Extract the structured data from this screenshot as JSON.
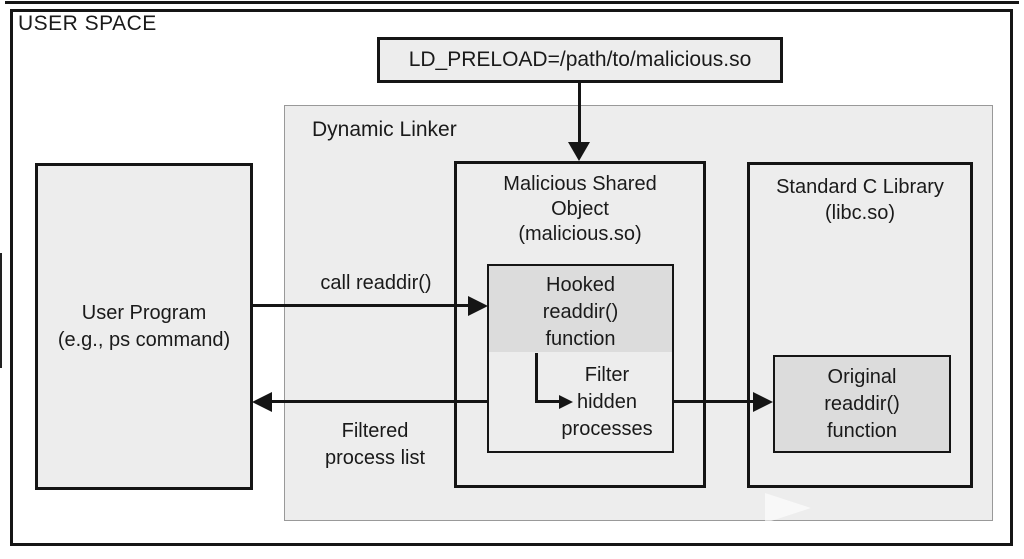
{
  "diagram": {
    "user_space_label": "USER SPACE",
    "env_box": {
      "text": "LD_PRELOAD=/path/to/malicious.so"
    },
    "dynamic_linker": {
      "label": "Dynamic Linker"
    },
    "user_program": {
      "name": "User Program",
      "example": "(e.g., ps command)"
    },
    "malicious_object": {
      "name": "Malicious Shared Object",
      "file": "(malicious.so)",
      "hooked_function": "Hooked readdir() function",
      "filter_note": "Filter hidden processes"
    },
    "libc": {
      "name": "Standard C Library",
      "file": "(libc.so)",
      "original_function": "Original readdir() function"
    },
    "flows": {
      "call_label": "call readdir()",
      "return_label": "Filtered process list"
    },
    "colors": {
      "box_fill": "#ededed",
      "function_fill": "#dcdcdc",
      "border": "#151515",
      "linker_border": "#999999"
    }
  }
}
